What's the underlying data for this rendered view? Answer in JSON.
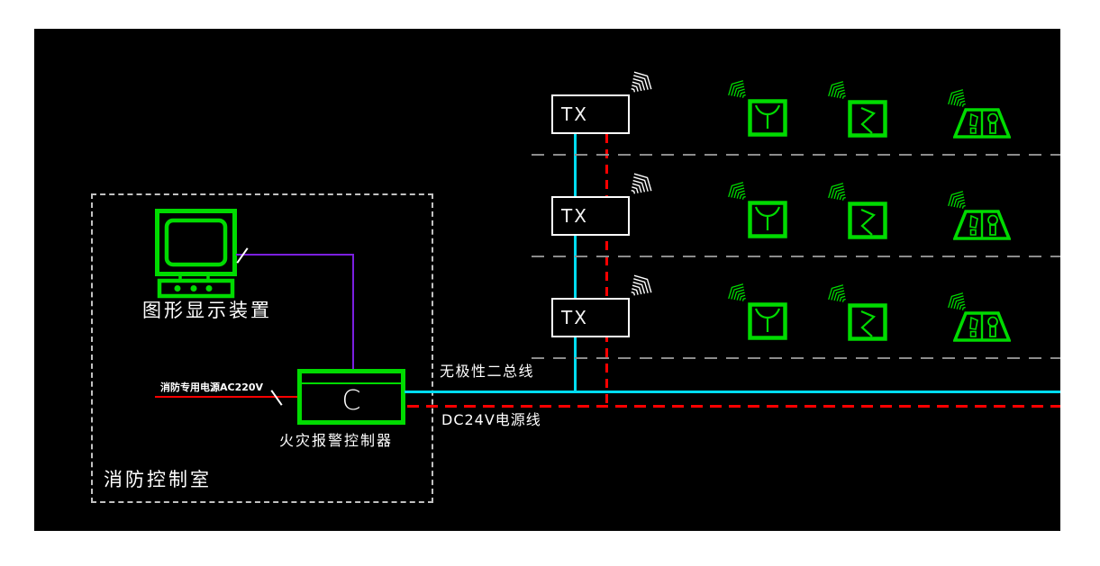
{
  "control_room": {
    "room_label": "消防控制室",
    "display_label": "图形显示装置",
    "controller_label": "火灾报警控制器",
    "controller_symbol": "C",
    "ac_power_label": "消防专用电源AC220V"
  },
  "buses": {
    "signal_bus_label": "无极性二总线",
    "dc_power_label": "DC24V电源线"
  },
  "repeaters": {
    "rows": [
      {
        "label": "TX"
      },
      {
        "label": "TX"
      },
      {
        "label": "TX"
      }
    ]
  },
  "colors": {
    "background": "#000000",
    "page_margin": "#ffffff",
    "device_green": "#00db00",
    "signal_bus_cyan": "#00dcf0",
    "power_red": "#ff0000",
    "display_link_purple": "#7b1fe0",
    "floor_line_gray": "#8c8c8c",
    "room_outline_gray": "#c2c2c2",
    "text_white": "#ffffff"
  }
}
